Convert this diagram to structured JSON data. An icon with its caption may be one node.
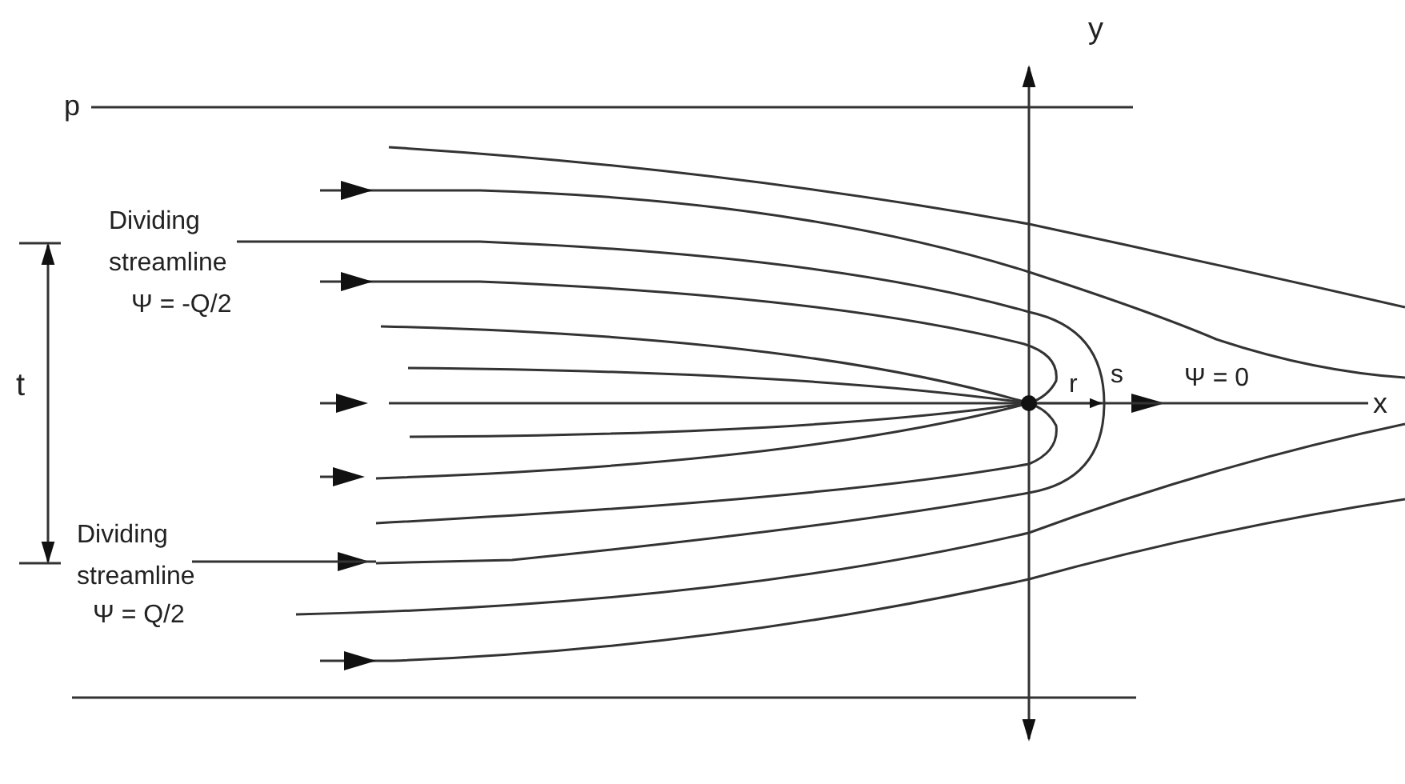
{
  "diagram": {
    "labels": [
      "y",
      "p",
      "Dividing streamline",
      "Ψ = -Q/2",
      "t",
      "r",
      "s",
      "Ψ = 0",
      "x",
      "Dividing streamline",
      "Ψ = Q/2"
    ]
  }
}
